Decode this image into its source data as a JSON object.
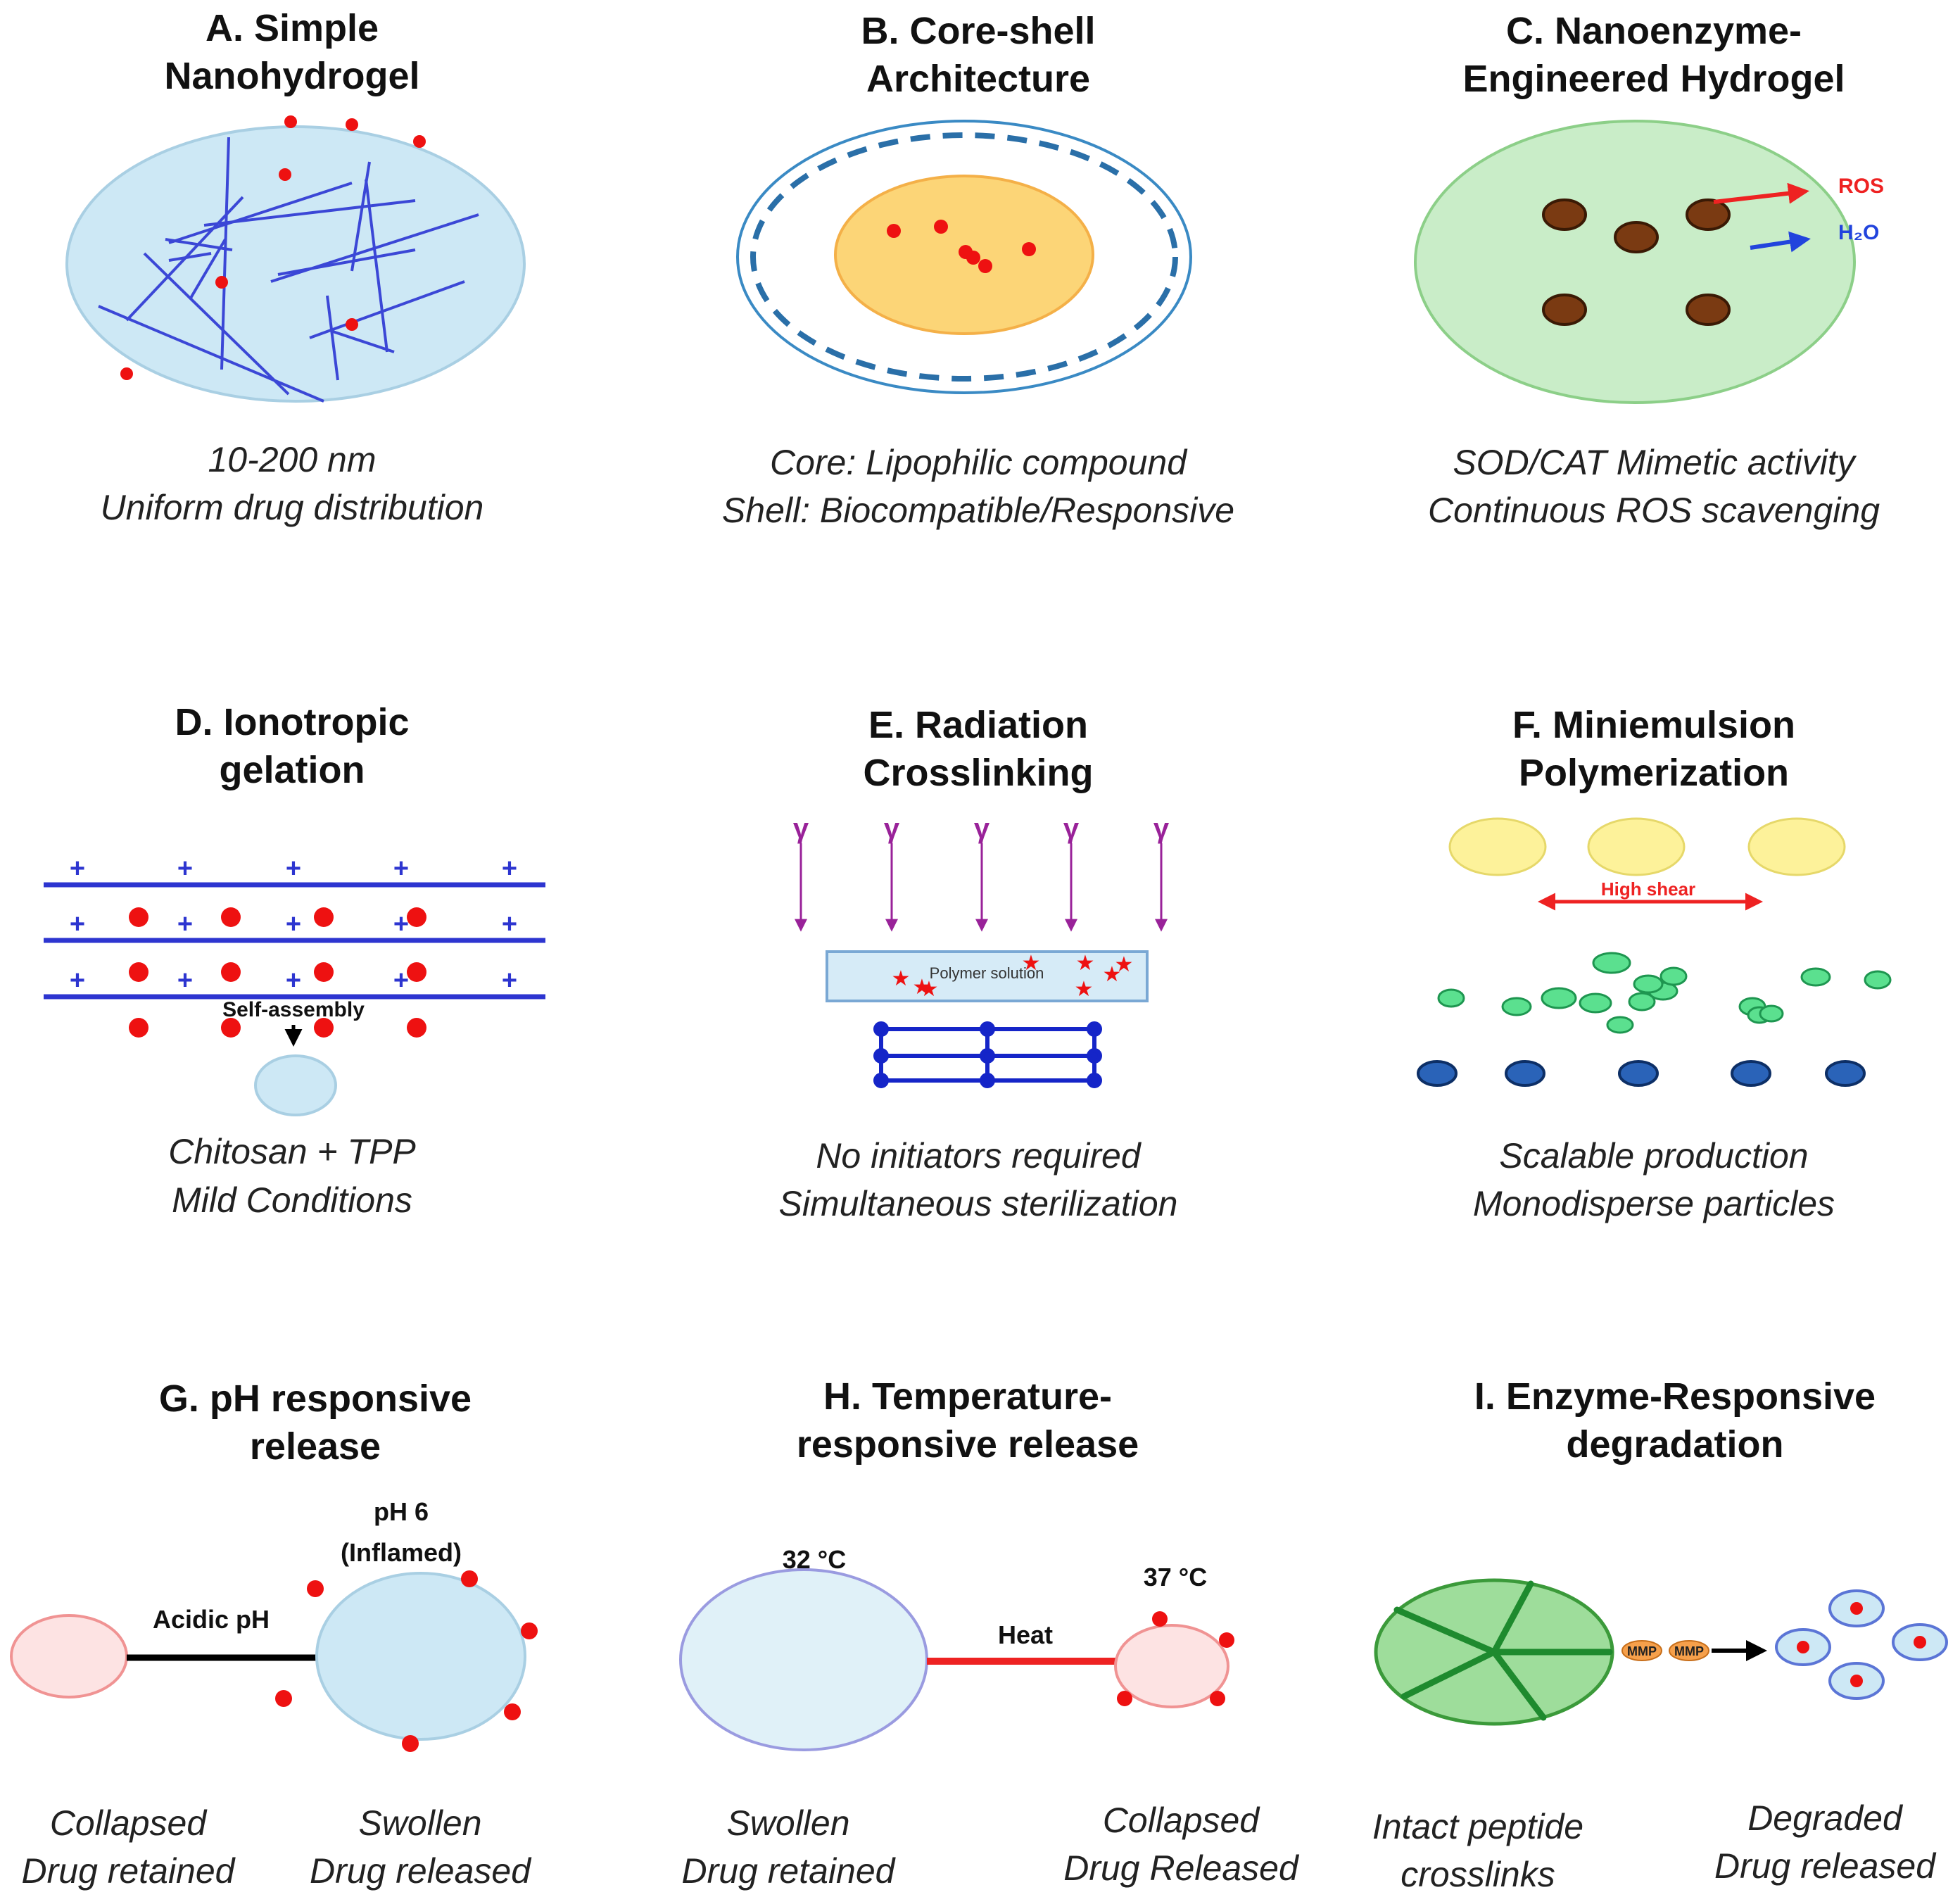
{
  "panels": {
    "a": {
      "title1": "A. Simple",
      "title2": "Nanohydrogel",
      "cap1": "10-200 nm",
      "cap2": "Uniform drug distribution"
    },
    "b": {
      "title1": "B. Core-shell",
      "title2": "Architecture",
      "cap1": "Core: Lipophilic compound",
      "cap2": "Shell: Biocompatible/Responsive"
    },
    "c": {
      "title1": "C. Nanoenzyme-",
      "title2": "Engineered Hydrogel",
      "ros": "ROS",
      "h2o": "H₂O",
      "cap1": "SOD/CAT Mimetic activity",
      "cap2": "Continuous ROS scavenging"
    },
    "d": {
      "title1": "D. Ionotropic",
      "title2": "gelation",
      "self_assembly": "Self-assembly",
      "cap1": "Chitosan + TPP",
      "cap2": "Mild Conditions"
    },
    "e": {
      "title1": "E. Radiation",
      "title2": "Crosslinking",
      "gamma": "γ",
      "polymer": "Polymer solution",
      "cap1": "No initiators required",
      "cap2": "Simultaneous sterilization"
    },
    "f": {
      "title1": "F. Miniemulsion",
      "title2": "Polymerization",
      "shear": "High shear",
      "cap1": "Scalable production",
      "cap2": "Monodisperse particles"
    },
    "g": {
      "title1": "G. pH responsive",
      "title2": "release",
      "ph6": "pH 6",
      "inflamed": "(Inflamed)",
      "acidic": "Acidic pH",
      "left1": "Collapsed",
      "left2": "Drug retained",
      "right1": "Swollen",
      "right2": "Drug released"
    },
    "h": {
      "title1": "H. Temperature-",
      "title2": "responsive release",
      "t32": "32 °C",
      "t37": "37 °C",
      "heat": "Heat",
      "left1": "Swollen",
      "left2": "Drug retained",
      "right1": "Collapsed",
      "right2": "Drug Released"
    },
    "i": {
      "title1": "I. Enzyme-Responsive",
      "title2": "degradation",
      "mmp": "MMP",
      "left1": "Intact peptide",
      "left2": "crosslinks",
      "right1": "Degraded",
      "right2": "Drug released"
    }
  },
  "colors": {
    "drug": "#ee1111",
    "hydrogel_blue": "#cde8f5",
    "hydrogel_green": "#c9edc8",
    "core_yellow": "#fcd577",
    "fiber": "#3b47d6",
    "nanoenzyme": "#7a3a12",
    "gamma": "#992299",
    "arrow_red": "#ee2222",
    "arrow_blue": "#2244dd",
    "mesh_green": "#1e8a2e"
  }
}
